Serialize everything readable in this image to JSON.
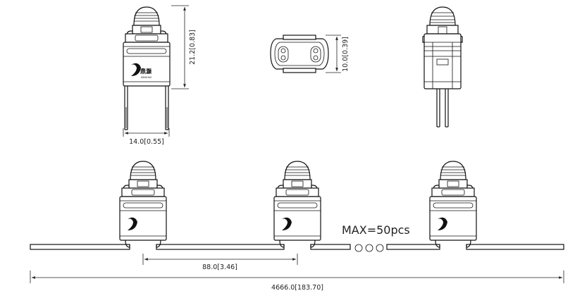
{
  "dimensions": {
    "height": "21.2[0.83]",
    "width": "14.0[0.55]",
    "depth": "10.0[0.39]",
    "pitch": "88.0[3.46]",
    "total_length": "4666.0[183.70]"
  },
  "annotations": {
    "max_count": "MAX=50pcs"
  },
  "logo": {
    "text": "鼎灏",
    "sub": "DINGHAO"
  }
}
